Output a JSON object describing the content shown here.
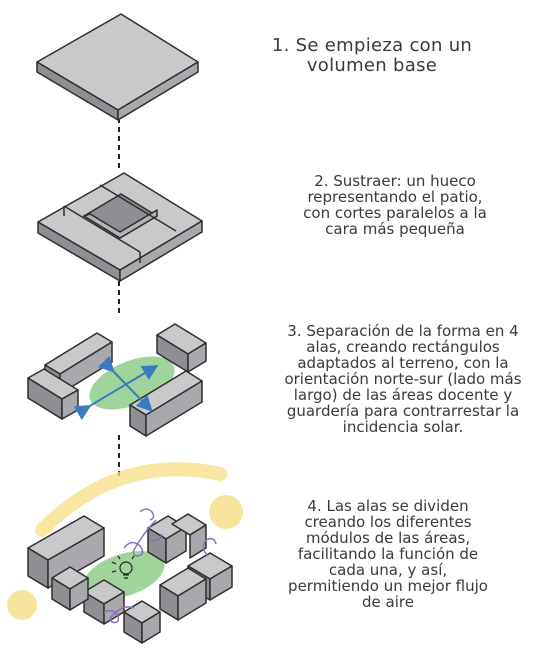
{
  "steps": [
    {
      "lines": [
        "1.  Se empieza con un",
        "volumen base"
      ]
    },
    {
      "lines": [
        "2. Sustraer: un hueco",
        "representando el  patio,",
        "con cortes paralelos a la",
        "cara más pequeña"
      ]
    },
    {
      "lines": [
        "3. Separación de la forma en 4",
        "alas, creando rectángulos",
        "adaptados al terreno, con la",
        "orientación norte-sur (lado más",
        "largo) de las áreas docente y",
        "guardería para contrarrestar la",
        "incidencia solar."
      ]
    },
    {
      "lines": [
        "4. Las alas se dividen",
        "creando los diferentes",
        "módulos de las áreas,",
        "facilitando la función de",
        "cada una, y así,",
        "permitiendo un mejor flujo",
        "de aire"
      ]
    }
  ],
  "colors": {
    "box_top": "#c9c9cc",
    "box_left": "#8e8e93",
    "box_right": "#a9a9ad",
    "outline": "#2e2e2e",
    "arrow": "#3a7bbf",
    "green_patch": "#9fd49a",
    "sun": "#f6df84",
    "wind": "#8a6fc0"
  },
  "icons": [
    "arrow-cross-icon",
    "sun-arc-icon",
    "wind-swirl-icon",
    "lightbulb-icon"
  ]
}
